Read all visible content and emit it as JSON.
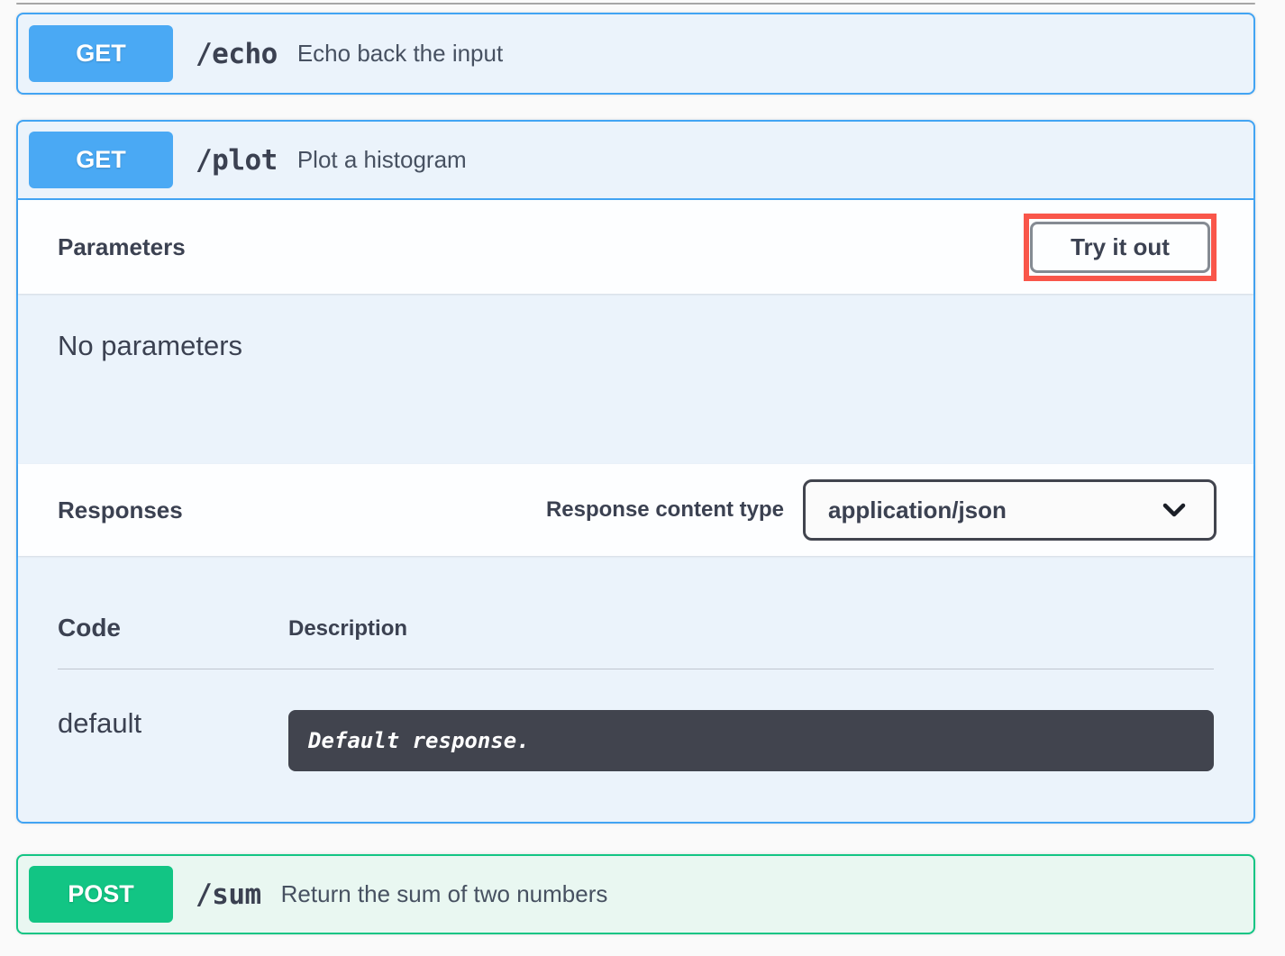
{
  "endpoints": [
    {
      "method": "GET",
      "path": "/echo",
      "summary": "Echo back the input"
    },
    {
      "method": "GET",
      "path": "/plot",
      "summary": "Plot a histogram"
    },
    {
      "method": "POST",
      "path": "/sum",
      "summary": "Return the sum of two numbers"
    }
  ],
  "plot_panel": {
    "parameters_header": {
      "title": "Parameters",
      "try_it_out": "Try it out"
    },
    "no_parameters": "No parameters",
    "responses_header": {
      "title": "Responses",
      "content_type_label": "Response content type",
      "content_type_value": "application/json"
    },
    "responses_table": {
      "code_header": "Code",
      "description_header": "Description",
      "rows": [
        {
          "code": "default",
          "description": "Default response."
        }
      ]
    }
  },
  "icons": {
    "chevron_down": "chevron-down-icon"
  },
  "colors": {
    "get_accent": "#4aa9f4",
    "post_accent": "#12c584",
    "get_block_bg": "#ebf3fb",
    "post_block_bg": "#e9f7f1",
    "annotation_red": "#f9564a",
    "code_block_bg": "#41444e",
    "text_primary": "#3b4151",
    "page_bg": "#fafafa"
  }
}
